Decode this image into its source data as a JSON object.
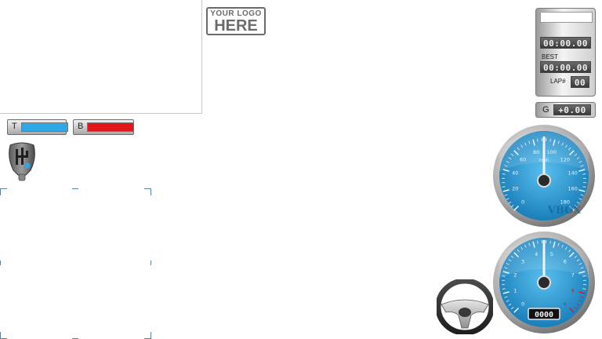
{
  "logo": {
    "line1": "YOUR LOGO",
    "line2": "HERE"
  },
  "bars": {
    "throttle": {
      "letter": "T",
      "color": "#2fa8e6"
    },
    "brake": {
      "letter": "B",
      "color": "#e0161a"
    }
  },
  "lap_timer": {
    "current_time": "00:00.00",
    "best_label": "BEST",
    "best_time": "00:00.00",
    "lap_label": "LAP#",
    "lap_number": "00"
  },
  "g_meter": {
    "letter": "G",
    "value": "+0.00"
  },
  "speedo": {
    "ticks": [
      "0",
      "20",
      "40",
      "60",
      "80",
      "100",
      "120",
      "140",
      "160",
      "180"
    ],
    "unit": "mph",
    "brand": "VBOX"
  },
  "tacho": {
    "ticks": [
      "0",
      "1",
      "2",
      "3",
      "4",
      "5",
      "6",
      "7",
      "8",
      "9"
    ],
    "readout": "0000"
  },
  "colors": {
    "dial_blue": "#1f8fcf",
    "dial_light": "#58c0ef",
    "bezel": "#8a8a8a",
    "bracket": "#5d7fa0",
    "redline": "#e0161a"
  }
}
